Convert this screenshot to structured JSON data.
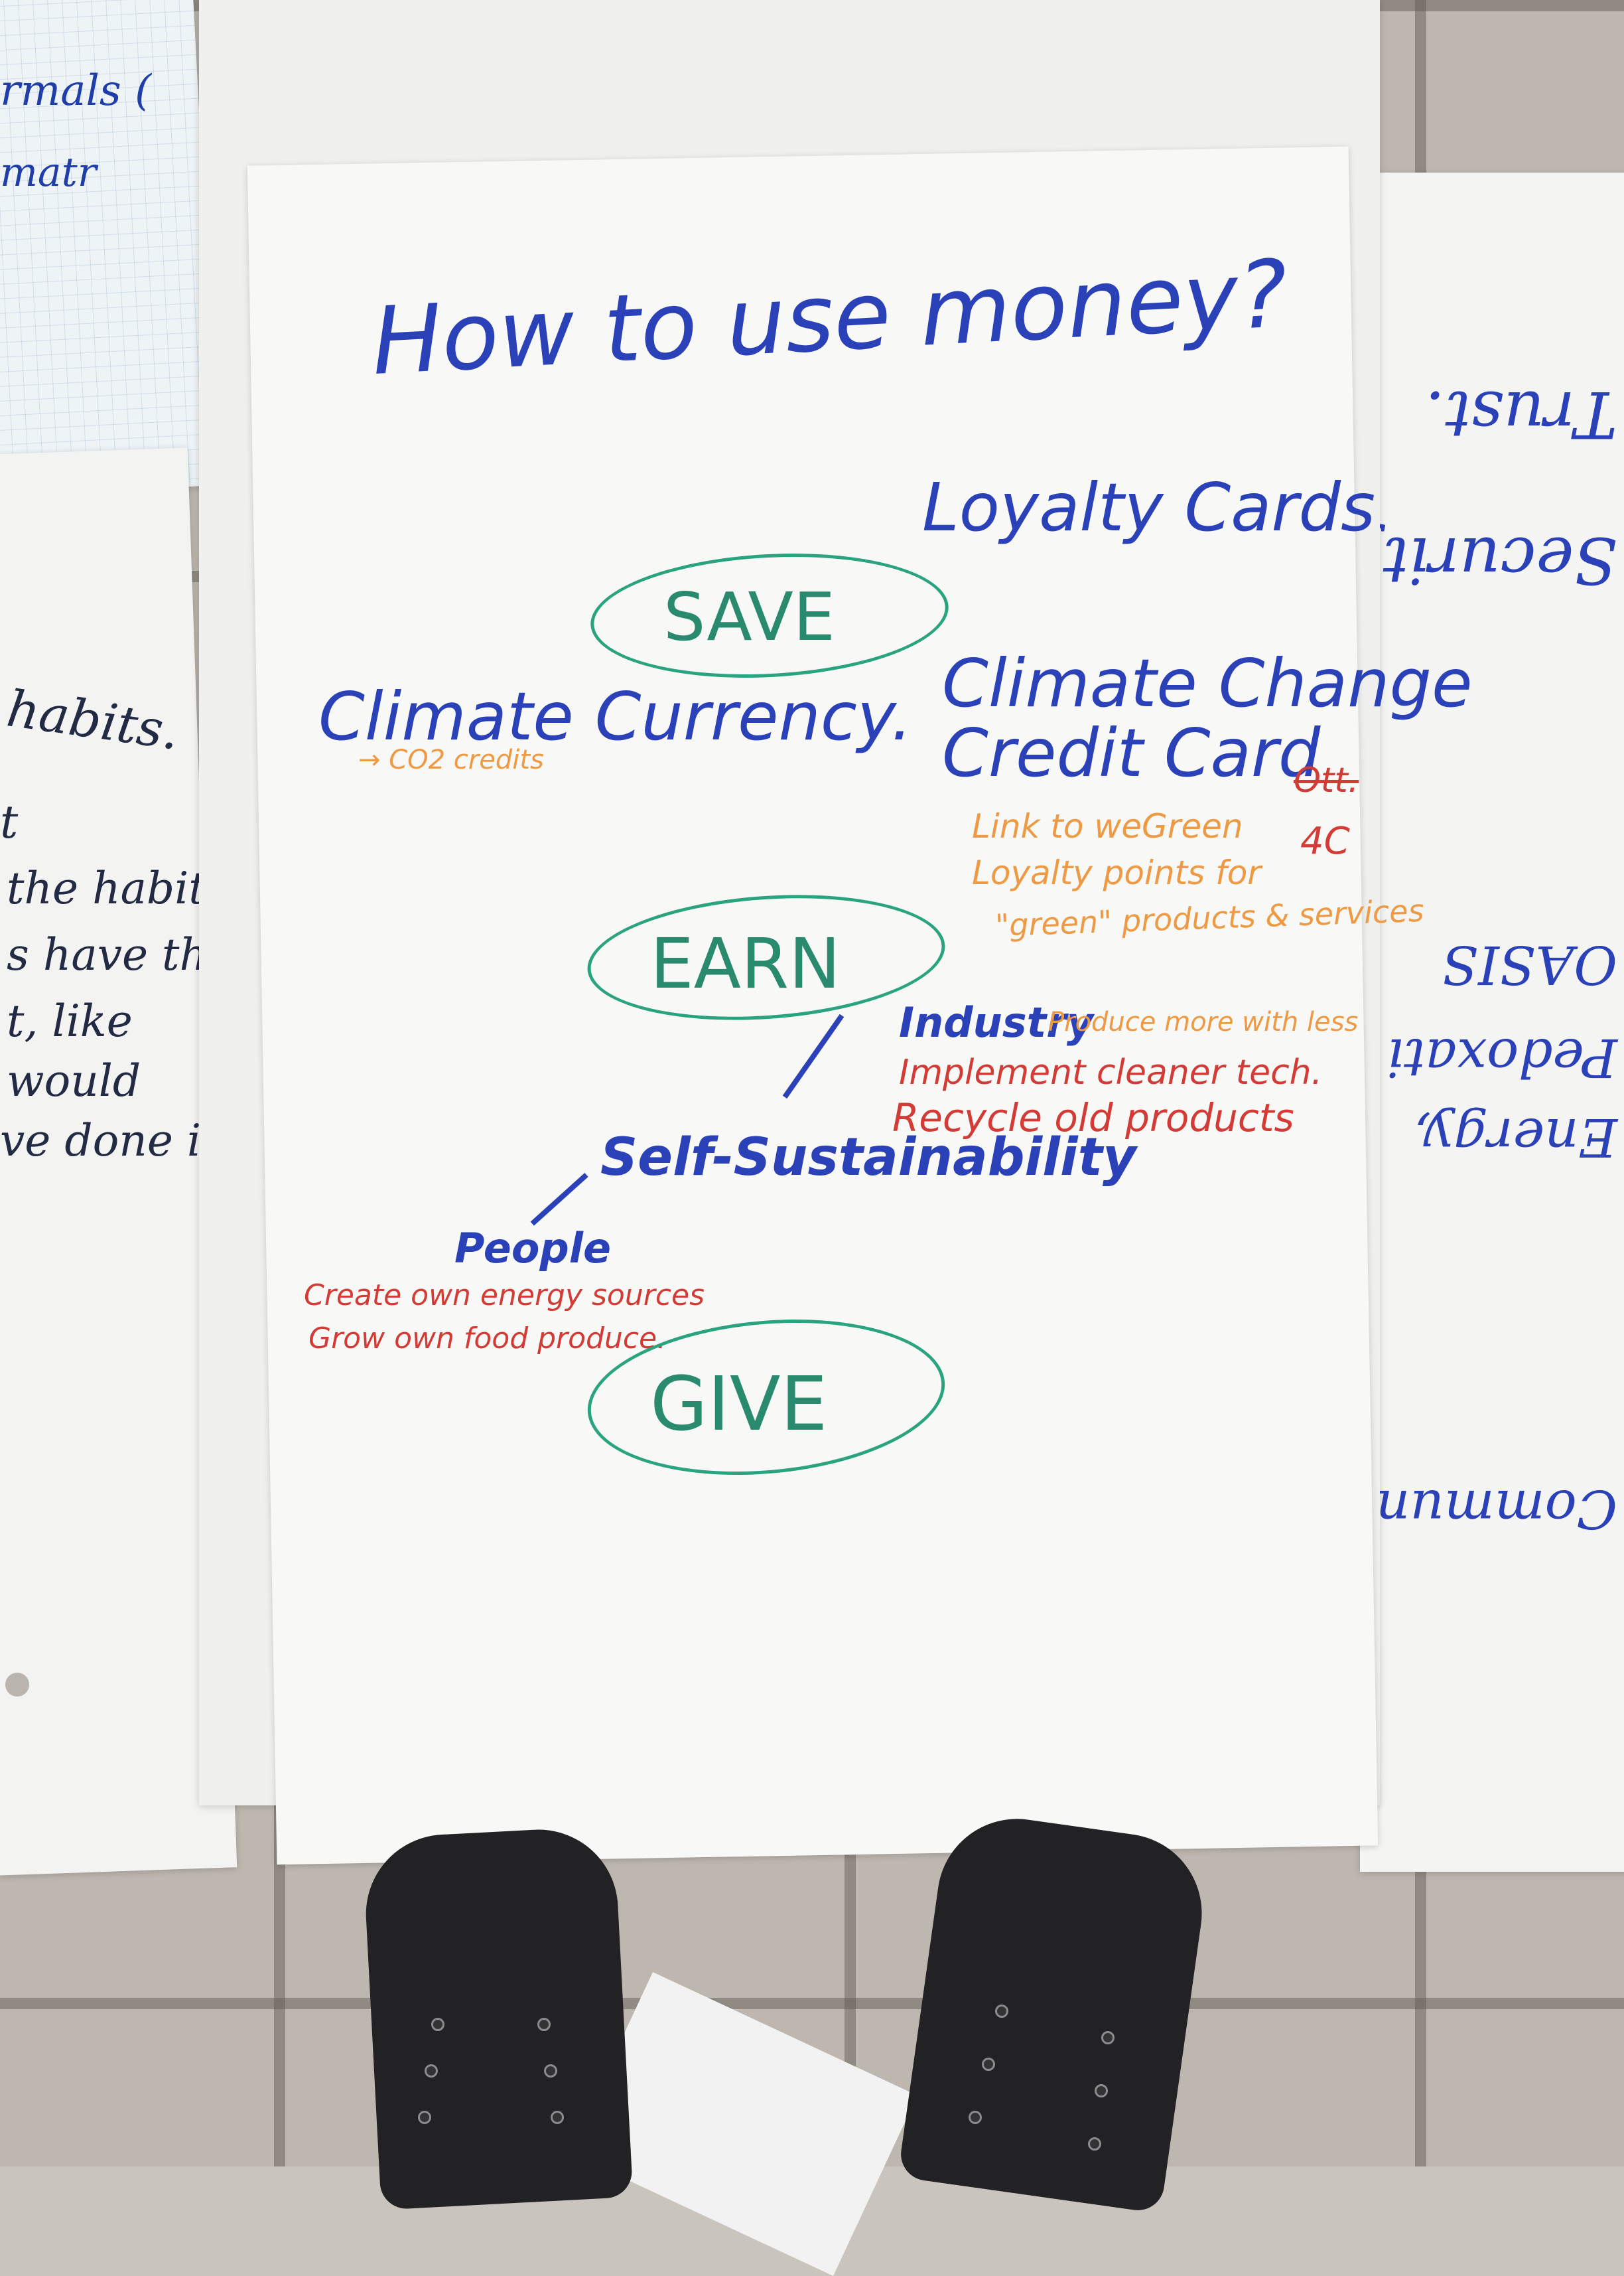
{
  "main_sheet": {
    "title": "How to use money?",
    "save": "SAVE",
    "earn": "EARN",
    "give": "GIVE",
    "loyalty_cards": "Loyalty Cards",
    "climate_currency": "Climate Currency.",
    "co2_credits": "→ CO2 credits",
    "credit_card_line1": "Climate Change",
    "credit_card_line2": "Credit Card",
    "strike_note": "Ott.",
    "link_note": "Link to weGreen",
    "link_tag": "4C",
    "loyalty_points_line1": "Loyalty points for",
    "loyalty_points_line2": "\"green\" products & services",
    "industry": "Industry",
    "industry_note": "Produce more with less",
    "implement": "Implement cleaner tech.",
    "recycle": "Recycle old products",
    "self_sustainability": "Self-Sustainability",
    "people": "People",
    "people_note1": "Create own energy sources",
    "people_note2": "Grow own food produce."
  },
  "left_sheet": {
    "top1": "rmals (",
    "top2": "matr",
    "heading": "habits.",
    "lines": [
      "t",
      "the habit",
      "s have the",
      "t, like",
      "would",
      "ve done it"
    ]
  },
  "right_sheet": {
    "words": [
      "Trust.",
      "Security",
      "OASIS",
      "Pedoxati",
      "Energy,",
      "Community"
    ]
  },
  "colors": {
    "blue_marker": "#2b41b8",
    "green_marker": "#2aa37f",
    "orange_marker": "#ee9a45",
    "red_marker": "#d23b36"
  }
}
